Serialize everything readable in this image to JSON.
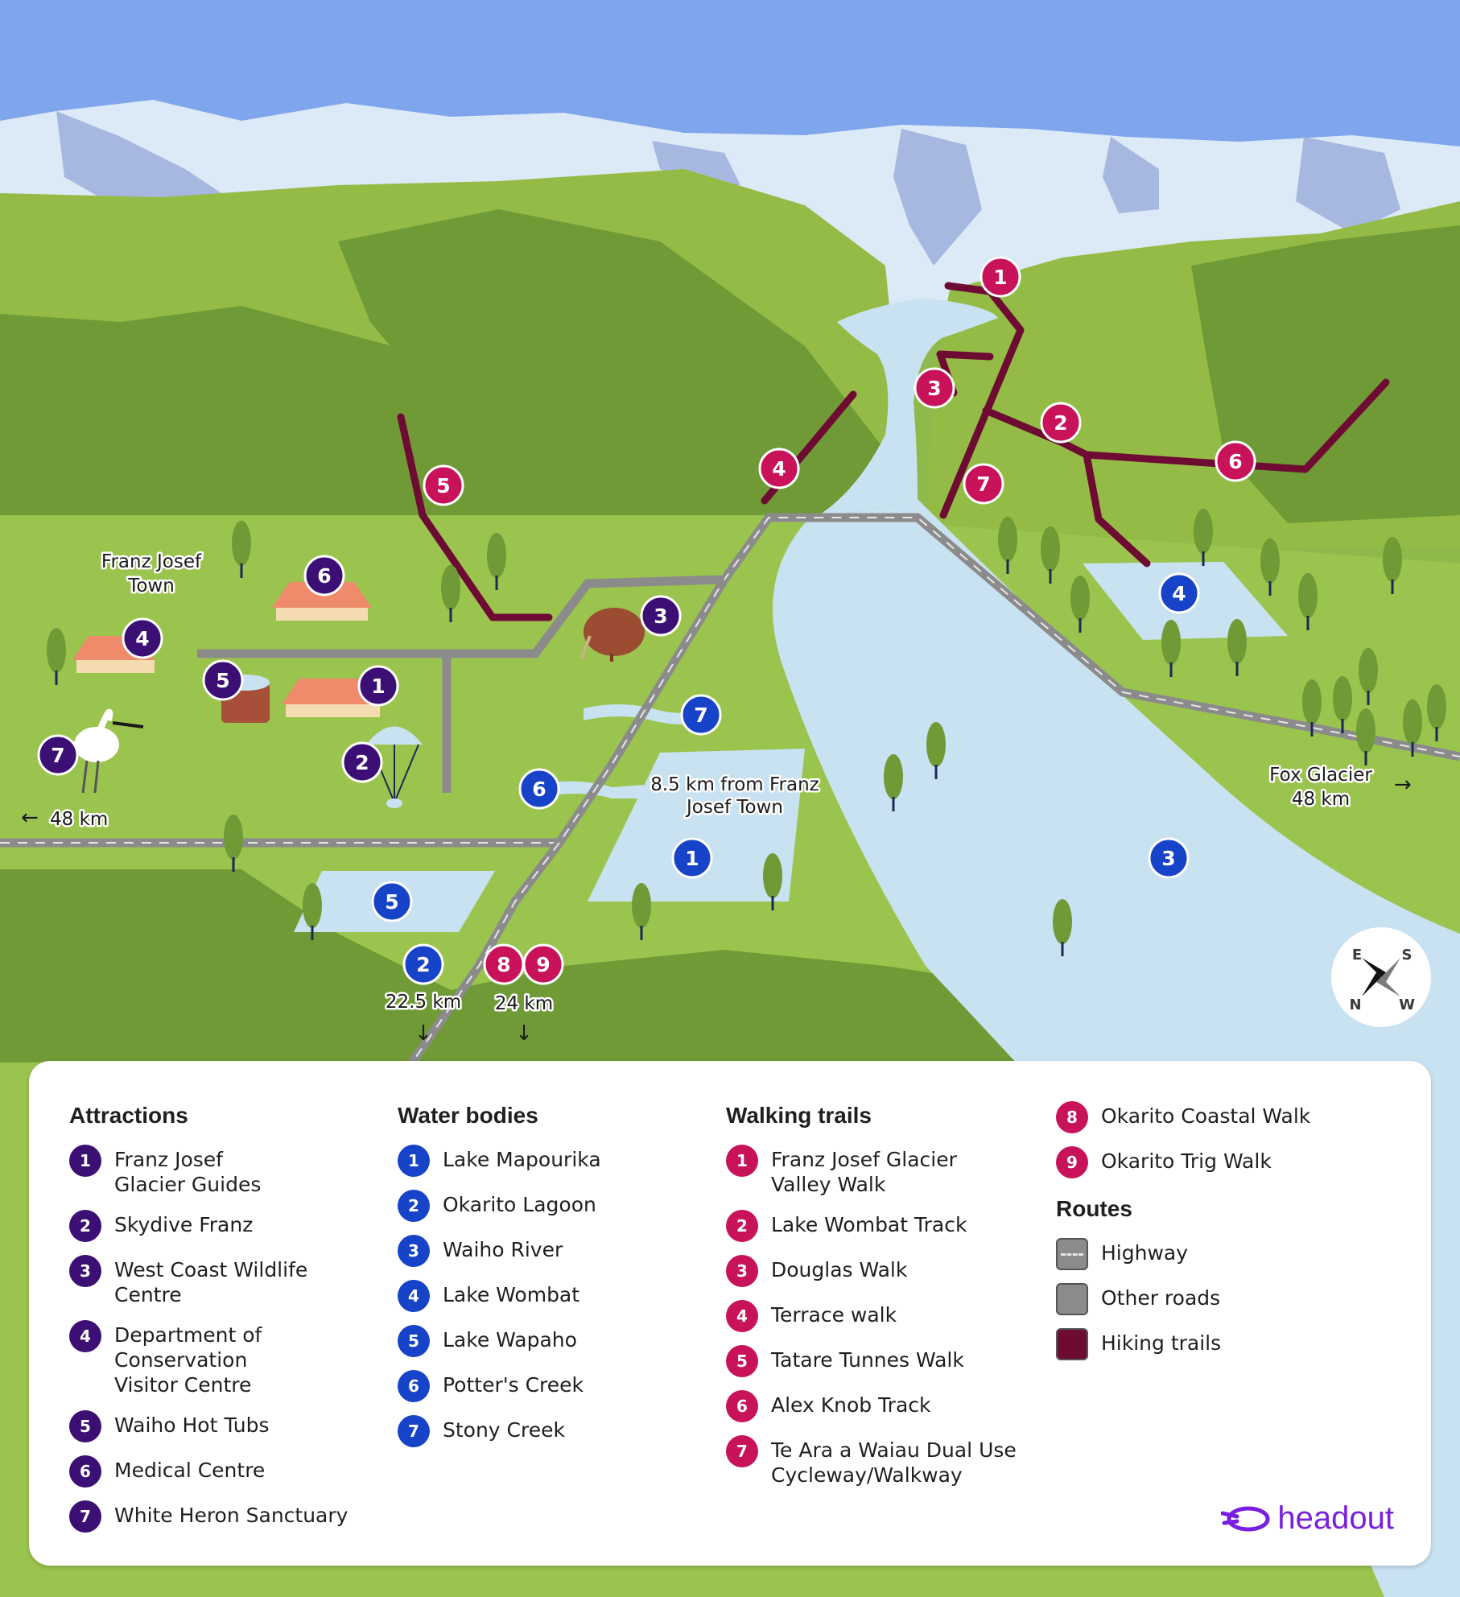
{
  "colors": {
    "attraction": "#3b0f73",
    "water_body": "#1743c8",
    "walking_trail": "#c8125a",
    "highway": "#8b8b8b",
    "other_road": "#8b8b8b",
    "hiking_trail": "#6e0b33",
    "water": "#c9e2f2",
    "sky": "#7fa6ec",
    "brand": "#7a1fe0"
  },
  "map": {
    "labels": {
      "town": "Franz Josef\nTown",
      "lake_distance": "8.5 km from Franz\nJosef Town",
      "fox_glacier": "Fox Glacier\n48 km",
      "west_distance": "48 km",
      "south_distance_1": "22.5 km",
      "south_distance_2": "24 km"
    },
    "markers": {
      "attractions": [
        "1",
        "2",
        "3",
        "4",
        "5",
        "6",
        "7"
      ],
      "water_bodies": [
        "1",
        "2",
        "3",
        "4",
        "5",
        "6",
        "7"
      ],
      "walking_trails": [
        "1",
        "2",
        "3",
        "4",
        "5",
        "6",
        "7",
        "8",
        "9"
      ]
    },
    "compass": {
      "e": "E",
      "s": "S",
      "n": "N",
      "w": "W"
    }
  },
  "legend": {
    "attractions": {
      "title": "Attractions",
      "items": [
        {
          "num": "1",
          "label": "Franz Josef\nGlacier Guides"
        },
        {
          "num": "2",
          "label": "Skydive Franz"
        },
        {
          "num": "3",
          "label": "West Coast Wildlife\nCentre"
        },
        {
          "num": "4",
          "label": "Department of\nConservation\nVisitor Centre"
        },
        {
          "num": "5",
          "label": "Waiho Hot Tubs"
        },
        {
          "num": "6",
          "label": "Medical Centre"
        },
        {
          "num": "7",
          "label": "White Heron Sanctuary"
        }
      ]
    },
    "water_bodies": {
      "title": "Water bodies",
      "items": [
        {
          "num": "1",
          "label": "Lake Mapourika"
        },
        {
          "num": "2",
          "label": "Okarito Lagoon"
        },
        {
          "num": "3",
          "label": "Waiho River"
        },
        {
          "num": "4",
          "label": "Lake Wombat"
        },
        {
          "num": "5",
          "label": "Lake Wapaho"
        },
        {
          "num": "6",
          "label": "Potter's Creek"
        },
        {
          "num": "7",
          "label": "Stony Creek"
        }
      ]
    },
    "walking_trails": {
      "title": "Walking trails",
      "items": [
        {
          "num": "1",
          "label": "Franz Josef Glacier\nValley Walk"
        },
        {
          "num": "2",
          "label": "Lake Wombat Track"
        },
        {
          "num": "3",
          "label": "Douglas Walk"
        },
        {
          "num": "4",
          "label": "Terrace walk"
        },
        {
          "num": "5",
          "label": "Tatare Tunnes Walk"
        },
        {
          "num": "6",
          "label": "Alex Knob Track"
        },
        {
          "num": "7",
          "label": "Te Ara a Waiau Dual Use\nCycleway/Walkway"
        },
        {
          "num": "8",
          "label": "Okarito Coastal Walk"
        },
        {
          "num": "9",
          "label": "Okarito Trig Walk"
        }
      ]
    },
    "routes": {
      "title": "Routes",
      "items": [
        {
          "kind": "highway",
          "label": "Highway"
        },
        {
          "kind": "other",
          "label": "Other roads"
        },
        {
          "kind": "hiking",
          "label": "Hiking trails"
        }
      ]
    },
    "brand": "headout"
  }
}
